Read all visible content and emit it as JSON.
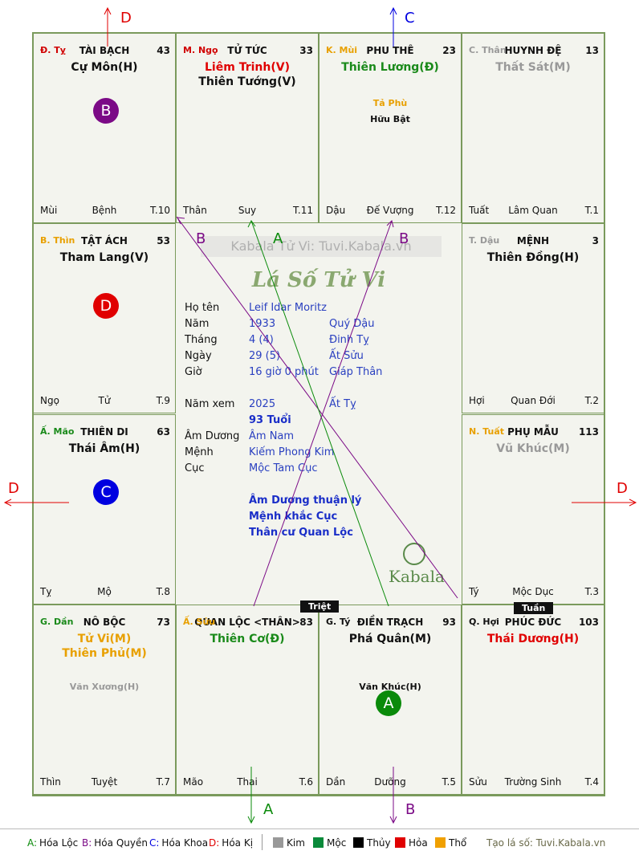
{
  "watermark": "Kabala Tử Vi: Tuvi.Kabala.vn",
  "center_title": "Lá Số Tử Vi",
  "logo_text": "Kabala",
  "palaces": [
    {
      "can": "Đ. Tỵ",
      "can_color": "#d00000",
      "name": "TÀI BẠCH",
      "num": "43",
      "main": [
        {
          "t": "Cự Môn(H)",
          "c": "#111"
        }
      ],
      "minor": [],
      "foot_l": "Mùi",
      "foot_m": "Bệnh",
      "foot_r": "T.10",
      "badge": {
        "t": "B",
        "c": "#7b0a86"
      }
    },
    {
      "can": "M. Ngọ",
      "can_color": "#d00000",
      "name": "TỬ TỨC",
      "num": "33",
      "main": [
        {
          "t": "Liêm Trinh(V)",
          "c": "#e00000"
        },
        {
          "t": "Thiên Tướng(V)",
          "c": "#111"
        }
      ],
      "minor": [],
      "foot_l": "Thân",
      "foot_m": "Suy",
      "foot_r": "T.11"
    },
    {
      "can": "K. Mùi",
      "can_color": "#e8a000",
      "name": "PHU THÊ",
      "num": "23",
      "main": [
        {
          "t": "Thiên Lương(Đ)",
          "c": "#1a8a1a"
        }
      ],
      "minor": [
        {
          "t": "Tả Phù",
          "c": "#e8a000"
        },
        {
          "t": "Hữu Bật",
          "c": "#111"
        }
      ],
      "foot_l": "Dậu",
      "foot_m": "Đế Vượng",
      "foot_r": "T.12"
    },
    {
      "can": "C. Thân",
      "can_color": "#999999",
      "name": "HUYNH ĐỆ",
      "num": "13",
      "main": [
        {
          "t": "Thất Sát(M)",
          "c": "#999999"
        }
      ],
      "minor": [],
      "foot_l": "Tuất",
      "foot_m": "Lâm Quan",
      "foot_r": "T.1"
    },
    {
      "can": "B. Thìn",
      "can_color": "#e8a000",
      "name": "TẬT ÁCH",
      "num": "53",
      "main": [
        {
          "t": "Tham Lang(V)",
          "c": "#111"
        }
      ],
      "minor": [],
      "foot_l": "Ngọ",
      "foot_m": "Tử",
      "foot_r": "T.9",
      "badge": {
        "t": "D",
        "c": "#e00000"
      }
    },
    {
      "can": "T. Dậu",
      "can_color": "#999999",
      "name": "MỆNH",
      "num": "3",
      "main": [
        {
          "t": "Thiên Đồng(H)",
          "c": "#111"
        }
      ],
      "minor": [],
      "foot_l": "Hợi",
      "foot_m": "Quan Đới",
      "foot_r": "T.2"
    },
    {
      "can": "Ấ. Mão",
      "can_color": "#1a8a1a",
      "name": "THIÊN DI",
      "num": "63",
      "main": [
        {
          "t": "Thái Âm(H)",
          "c": "#111"
        }
      ],
      "minor": [],
      "foot_l": "Tỵ",
      "foot_m": "Mộ",
      "foot_r": "T.8",
      "badge": {
        "t": "C",
        "c": "#0000e0"
      }
    },
    {
      "can": "N. Tuất",
      "can_color": "#e8a000",
      "name": "PHỤ MẪU",
      "num": "113",
      "main": [
        {
          "t": "Vũ Khúc(M)",
          "c": "#999999"
        }
      ],
      "minor": [],
      "foot_l": "Tý",
      "foot_m": "Mộc Dục",
      "foot_r": "T.3"
    },
    {
      "can": "G. Dần",
      "can_color": "#1a8a1a",
      "name": "NÔ BỘC",
      "num": "73",
      "main": [
        {
          "t": "Tử Vi(M)",
          "c": "#e8a000"
        },
        {
          "t": "Thiên Phủ(M)",
          "c": "#e8a000"
        }
      ],
      "minor": [
        {
          "t": "Văn Xương(H)",
          "c": "#999999"
        }
      ],
      "foot_l": "Thìn",
      "foot_m": "Tuyệt",
      "foot_r": "T.7"
    },
    {
      "can": "Ấ. Sửu",
      "can_color": "#e8a000",
      "name": "QUAN LỘC <THÂN>",
      "num": "83",
      "main": [
        {
          "t": "Thiên Cơ(Đ)",
          "c": "#1a8a1a"
        }
      ],
      "minor": [],
      "foot_l": "Mão",
      "foot_m": "Thai",
      "foot_r": "T.6"
    },
    {
      "can": "G. Tý",
      "can_color": "#111111",
      "name": "ĐIỀN TRẠCH",
      "num": "93",
      "main": [
        {
          "t": "Phá Quân(M)",
          "c": "#111"
        }
      ],
      "minor": [
        {
          "t": "Văn Khúc(H)",
          "c": "#111"
        }
      ],
      "foot_l": "Dần",
      "foot_m": "Dưỡng",
      "foot_r": "T.5",
      "badge": {
        "t": "A",
        "c": "#0a8a0a"
      }
    },
    {
      "can": "Q. Hợi",
      "can_color": "#111111",
      "name": "PHÚC ĐỨC",
      "num": "103",
      "main": [
        {
          "t": "Thái Dương(H)",
          "c": "#e00000"
        }
      ],
      "minor": [],
      "foot_l": "Sửu",
      "foot_m": "Trường Sinh",
      "foot_r": "T.4"
    }
  ],
  "info": {
    "rows": [
      {
        "l": "Họ tên",
        "m": "Leif Idar Moritz",
        "r": ""
      },
      {
        "l": "Năm",
        "m": "1933",
        "r": "Quý Dậu"
      },
      {
        "l": "Tháng",
        "m": "4  (4)",
        "r": "Đinh Tỵ"
      },
      {
        "l": "Ngày",
        "m": "29  (5)",
        "r": "Ất Sửu"
      },
      {
        "l": "Giờ",
        "m": "16 giờ 0 phút",
        "r": "Giáp Thân"
      }
    ],
    "nam_xem_label": "Năm xem",
    "nam_xem": "2025",
    "nam_xem_can": "Ất Tỵ",
    "tuoi": "93 Tuổi",
    "rows2": [
      {
        "l": "Âm Dương",
        "m": "Âm Nam"
      },
      {
        "l": "Mệnh",
        "m": "Kiếm Phong Kim"
      },
      {
        "l": "Cục",
        "m": "Mộc Tam Cục"
      }
    ],
    "notes": [
      "Âm Dương thuận lý",
      "Mệnh khắc Cục",
      "Thân cư Quan Lộc"
    ]
  },
  "tags": {
    "triet": "Triệt",
    "tuan": "Tuần"
  },
  "arrows": {
    "top_left": "D",
    "top_right": "C",
    "left": "D",
    "right": "D",
    "bottom_left": "A",
    "bottom_right": "B",
    "mid_b1": "B",
    "mid_a": "A",
    "mid_b2": "B"
  },
  "legend": {
    "hoa": [
      {
        "k": "A:",
        "t": "Hóa Lộc",
        "c": "#0a8a0a"
      },
      {
        "k": "B:",
        "t": "Hóa Quyền",
        "c": "#7b0a86"
      },
      {
        "k": "C:",
        "t": "Hóa Khoa",
        "c": "#0000e0"
      },
      {
        "k": "D:",
        "t": "Hóa Kị",
        "c": "#e00000"
      }
    ],
    "hanh": [
      {
        "t": "Kim",
        "c": "#999999"
      },
      {
        "t": "Mộc",
        "c": "#0a8a3a"
      },
      {
        "t": "Thủy",
        "c": "#000000"
      },
      {
        "t": "Hỏa",
        "c": "#e00000"
      },
      {
        "t": "Thổ",
        "c": "#f0a000"
      }
    ],
    "site": "Tạo lá số: Tuvi.Kabala.vn"
  }
}
